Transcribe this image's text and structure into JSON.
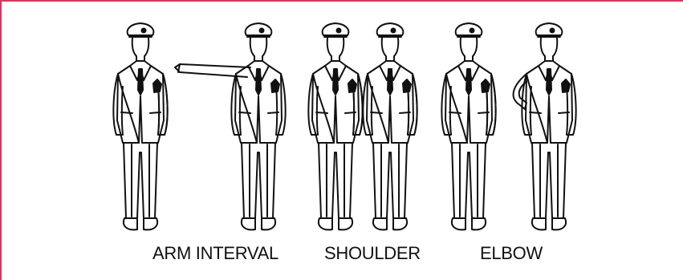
{
  "colors": {
    "frame": "#cf3b5f",
    "ink": "#111111",
    "background": "#ffffff"
  },
  "labels": {
    "arm_interval": "ARM INTERVAL",
    "shoulder": "SHOULDER",
    "elbow": "ELBOW"
  },
  "figures": [
    {
      "group": "arm_interval",
      "pose": "standing"
    },
    {
      "group": "arm_interval",
      "pose": "arm-extended"
    },
    {
      "group": "shoulder",
      "pose": "standing"
    },
    {
      "group": "shoulder",
      "pose": "standing"
    },
    {
      "group": "elbow",
      "pose": "standing"
    },
    {
      "group": "elbow",
      "pose": "hand-on-hip"
    }
  ]
}
